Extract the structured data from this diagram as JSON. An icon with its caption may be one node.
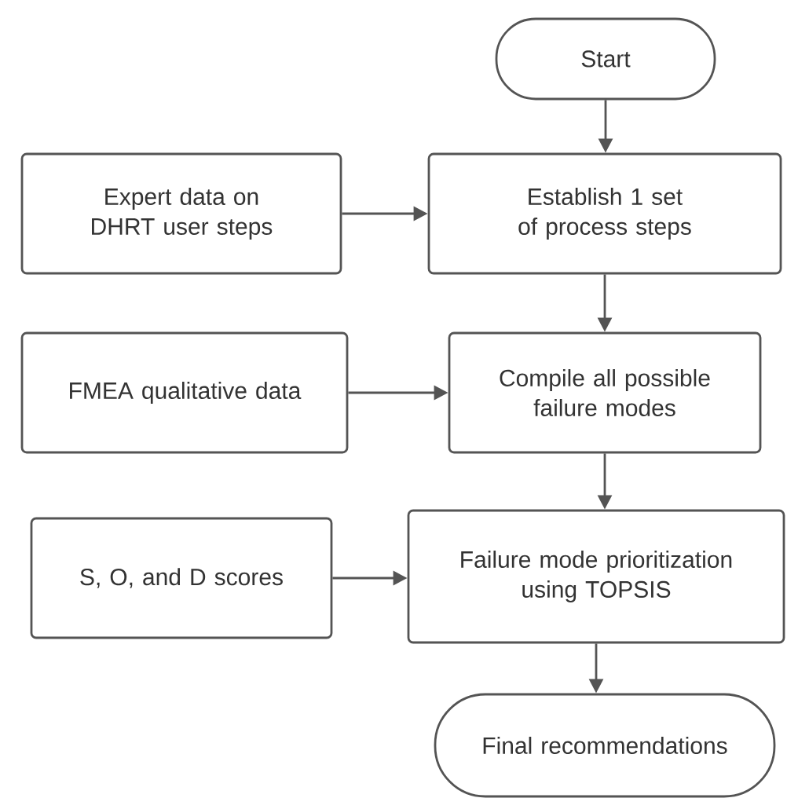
{
  "diagram": {
    "nodes": [
      {
        "text": [
          "Start"
        ]
      },
      {
        "text": [
          "Expert data on DHRT user steps"
        ]
      },
      {
        "text": [
          "Establish 1 set of process steps"
        ]
      },
      {
        "text": [
          "FMEA qualitative data"
        ]
      },
      {
        "text": [
          "Compile all possible failure modes"
        ]
      },
      {
        "text": [
          "S, O, and D scores"
        ]
      },
      {
        "text": [
          "Failure mode prioritization using TOPSIS"
        ]
      },
      {
        "text": [
          "Final recommendations"
        ]
      }
    ],
    "edges": [
      {
        "from": 0,
        "to": 2,
        "arrow": "to"
      },
      {
        "from": 1,
        "to": 2,
        "arrow": "to"
      },
      {
        "from": 2,
        "to": 4,
        "arrow": "to"
      },
      {
        "from": 3,
        "to": 4,
        "arrow": "to"
      },
      {
        "from": 4,
        "to": 6,
        "arrow": "to"
      },
      {
        "from": 5,
        "to": 6,
        "arrow": "to"
      },
      {
        "from": 6,
        "to": 7,
        "arrow": "to"
      }
    ]
  }
}
